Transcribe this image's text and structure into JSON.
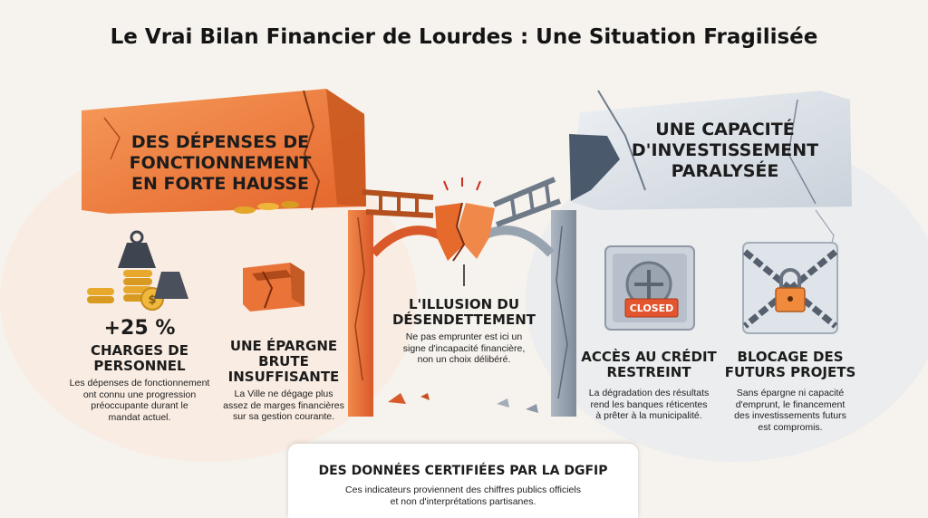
{
  "title": "Le Vrai Bilan Financier de Lourdes : Une Situation Fragilisée",
  "left_block": {
    "line1": "DES DÉPENSES DE",
    "line2": "FONCTIONNEMENT",
    "line3": "EN FORTE HAUSSE"
  },
  "right_block": {
    "line1": "UNE CAPACITÉ",
    "line2": "D'INVESTISSEMENT",
    "line3": "PARALYSÉE"
  },
  "personnel": {
    "stat": "+25 %",
    "heading1": "CHARGES DE",
    "heading2": "PERSONNEL",
    "text1": "Les dépenses de fonctionnement",
    "text2": "ont connu une progression",
    "text3": "préoccupante durant le",
    "text4": "mandat actuel."
  },
  "epargne": {
    "heading1": "UNE ÉPARGNE",
    "heading2": "BRUTE",
    "heading3": "INSUFFISANTE",
    "text1": "La Ville ne dégage plus",
    "text2": "assez de marges financières",
    "text3": "sur sa gestion courante."
  },
  "illusion": {
    "heading1": "L'ILLUSION DU",
    "heading2": "DÉSENDETTEMENT",
    "text1": "Ne pas emprunter est ici un",
    "text2": "signe d'incapacité financière,",
    "text3": "non un choix délibéré."
  },
  "credit": {
    "heading1": "ACCÈS AU CRÉDIT",
    "heading2": "RESTREINT",
    "text1": "La dégradation des résultats",
    "text2": "rend les banques réticentes",
    "text3": "à prêter à la municipalité.",
    "sign": "CLOSED"
  },
  "blocage": {
    "heading1": "BLOCAGE DES",
    "heading2": "FUTURS PROJETS",
    "text1": "Sans épargne ni capacité",
    "text2": "d'emprunt, le financement",
    "text3": "des investissements futurs",
    "text4": "est compromis."
  },
  "footer": {
    "heading": "DES DONNÉES CERTIFIÉES PAR LA DGFIP",
    "text1": "Ces indicateurs proviennent des chiffres publics officiels",
    "text2": "et non d'interprétations partisanes."
  },
  "colors": {
    "orange": "#ef7a3c",
    "orange_dark": "#c4551f",
    "gray_block": "#dfe4ea",
    "slate": "#8d99a8"
  }
}
